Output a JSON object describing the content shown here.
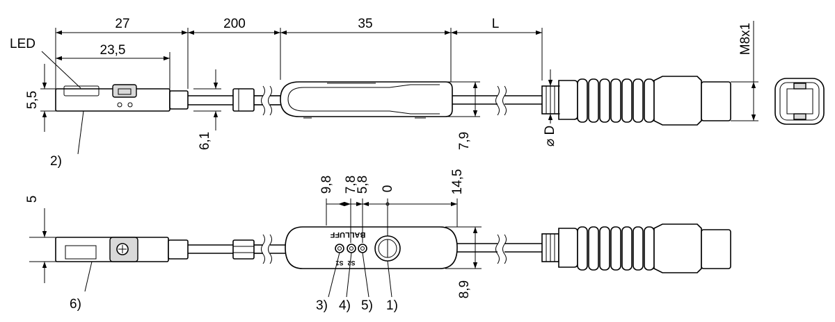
{
  "dimensions": {
    "d27": "27",
    "d200": "200",
    "d35": "35",
    "dL": "L",
    "d23_5": "23,5",
    "d5_5": "5,5",
    "d6_1": "6,1",
    "d7_9": "7,9",
    "dPhiD": "⌀ D",
    "dM8x1": "M8x1",
    "d9_8": "9,8",
    "d7_8": "7,8",
    "d5_8": "5,8",
    "d0": "0",
    "d14_5": "14,5",
    "d5": "5",
    "d8_9": "8,9"
  },
  "labels": {
    "led": "LED",
    "c2": "2)",
    "c6": "6)",
    "c3": "3)",
    "c4": "4)",
    "c5": "5)",
    "c1": "1)"
  },
  "marking": {
    "brand": "BALLUFF",
    "s1": "S1",
    "s2": "S2"
  }
}
